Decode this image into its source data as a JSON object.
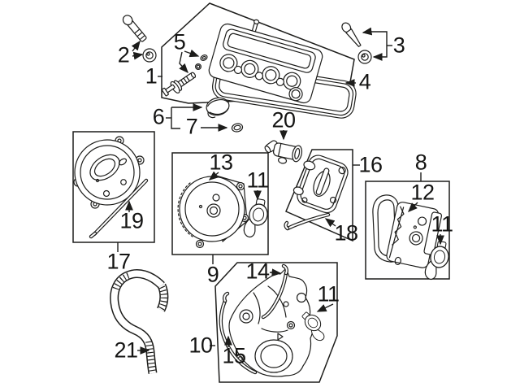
{
  "diagram": {
    "type": "exploded-parts-diagram",
    "background_color": "#ffffff",
    "line_color": "#1d1d1b",
    "callouts": [
      {
        "id": "1",
        "label": "1"
      },
      {
        "id": "2",
        "label": "2"
      },
      {
        "id": "3",
        "label": "3"
      },
      {
        "id": "4",
        "label": "4"
      },
      {
        "id": "5",
        "label": "5"
      },
      {
        "id": "6",
        "label": "6"
      },
      {
        "id": "7",
        "label": "7"
      },
      {
        "id": "8",
        "label": "8"
      },
      {
        "id": "9",
        "label": "9"
      },
      {
        "id": "10",
        "label": "10"
      },
      {
        "id": "11a",
        "label": "11"
      },
      {
        "id": "11b",
        "label": "11"
      },
      {
        "id": "11c",
        "label": "11"
      },
      {
        "id": "12",
        "label": "12"
      },
      {
        "id": "13",
        "label": "13"
      },
      {
        "id": "14",
        "label": "14"
      },
      {
        "id": "15",
        "label": "15"
      },
      {
        "id": "16",
        "label": "16"
      },
      {
        "id": "17",
        "label": "17"
      },
      {
        "id": "18",
        "label": "18"
      },
      {
        "id": "19",
        "label": "19"
      },
      {
        "id": "20",
        "label": "20"
      },
      {
        "id": "21",
        "label": "21"
      }
    ]
  }
}
